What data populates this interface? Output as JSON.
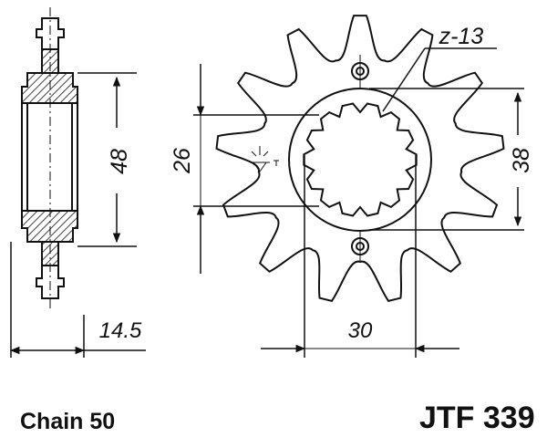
{
  "dimensions": {
    "hub_diameter": "48",
    "hub_width": "14.5",
    "bore_diameter": "26",
    "bolt_spacing": "38",
    "spline_width": "30",
    "teeth": "z-13"
  },
  "chain_label": "Chain 50",
  "part_number": "JTF 339",
  "colors": {
    "ink": "#111111",
    "background": "#ffffff"
  }
}
